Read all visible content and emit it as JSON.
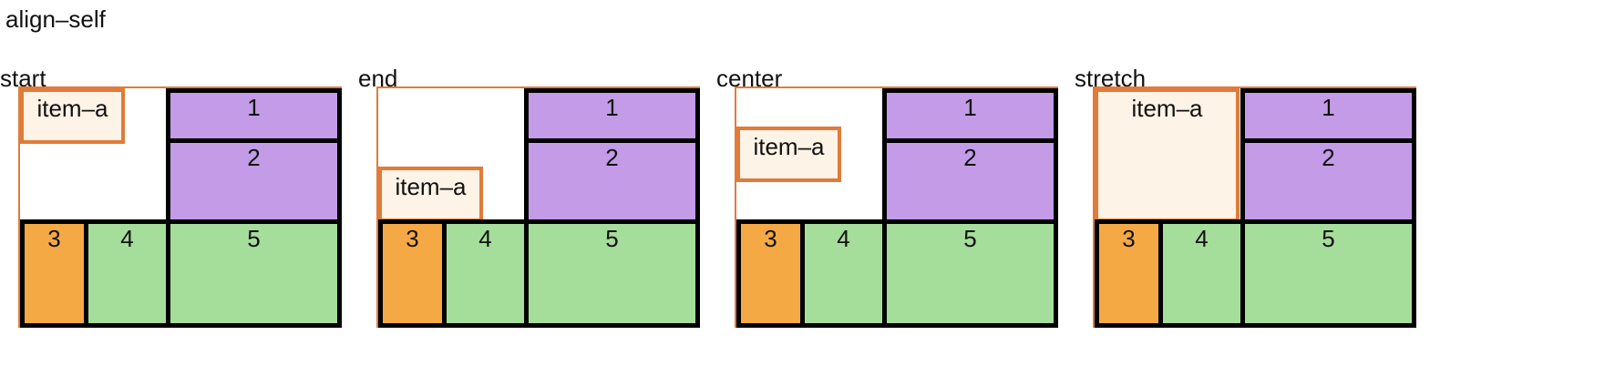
{
  "title": "align–self",
  "item_label": "item–a",
  "panels": [
    {
      "label": "start"
    },
    {
      "label": "end"
    },
    {
      "label": "center"
    },
    {
      "label": "stretch"
    }
  ],
  "cells": [
    "1",
    "2",
    "3",
    "4",
    "5"
  ],
  "colors": {
    "container_border": "#e07b39",
    "item_bg": "#fdf3e6",
    "purple": "#c39be6",
    "green": "#a5dd9a",
    "orange": "#f5a945"
  }
}
